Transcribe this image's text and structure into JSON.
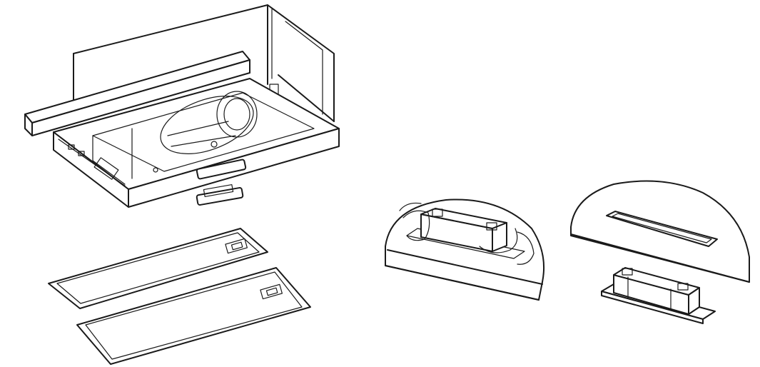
{
  "figure": {
    "panels": [
      {
        "name": "hood-exploded-view",
        "parts": [
          "telescopic-hood-body",
          "lamp-cover",
          "grease-filter-front",
          "grease-filter-rear"
        ]
      },
      {
        "name": "lamp-removal-detail",
        "parts": [
          "hand-gripping-lamp",
          "lamp-housing-cutaway"
        ]
      },
      {
        "name": "lamp-removed-detail",
        "parts": [
          "empty-lamp-slot-cutaway",
          "removed-lamp-unit"
        ]
      }
    ],
    "line_color": "#1a1a1a",
    "background": "#ffffff"
  }
}
